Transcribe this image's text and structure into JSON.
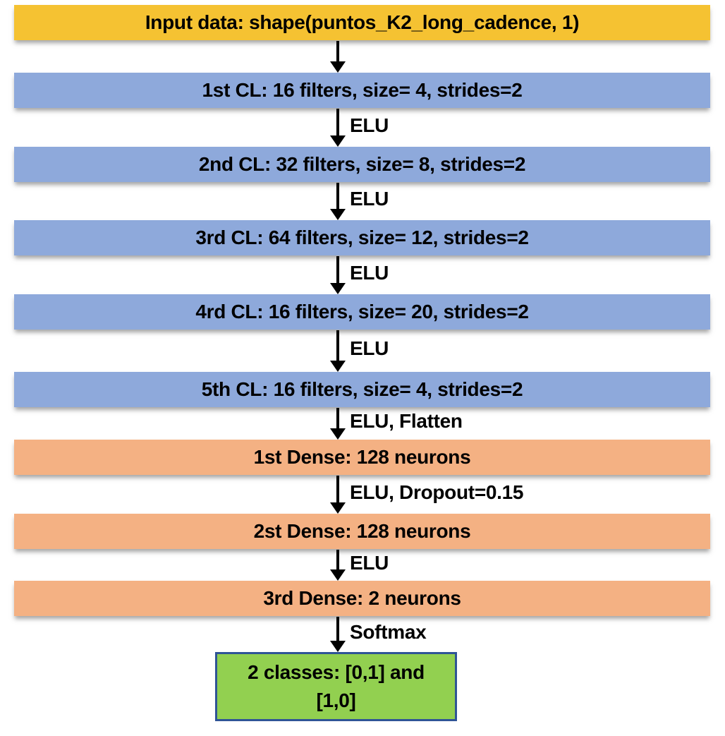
{
  "flow": {
    "nodes": [
      {
        "kind": "input",
        "label": "Input data: shape(puntos_K2_long_cadence, 1)"
      },
      {
        "kind": "conv",
        "label": "1st CL: 16 filters, size= 4, strides=2"
      },
      {
        "kind": "conv",
        "label": "2nd CL: 32 filters, size= 8, strides=2"
      },
      {
        "kind": "conv",
        "label": "3rd CL: 64 filters, size= 12, strides=2"
      },
      {
        "kind": "conv",
        "label": "4rd CL: 16 filters, size= 20, strides=2"
      },
      {
        "kind": "conv",
        "label": "5th CL: 16 filters, size= 4, strides=2"
      },
      {
        "kind": "dense",
        "label": "1st Dense: 128 neurons"
      },
      {
        "kind": "dense",
        "label": "2st Dense: 128 neurons"
      },
      {
        "kind": "dense",
        "label": "3rd Dense: 2 neurons"
      },
      {
        "kind": "output",
        "label": "2 classes: [0,1] and [1,0]",
        "lines": [
          "2 classes: [0,1] and",
          "[1,0]"
        ]
      }
    ],
    "edges": [
      {
        "label": ""
      },
      {
        "label": "ELU"
      },
      {
        "label": "ELU"
      },
      {
        "label": "ELU"
      },
      {
        "label": "ELU"
      },
      {
        "label": "ELU, Flatten"
      },
      {
        "label": "ELU, Dropout=0.15"
      },
      {
        "label": "ELU"
      },
      {
        "label": "Softmax"
      }
    ],
    "colors": {
      "input_fill": "#F5C232",
      "conv_fill": "#8EA9DB",
      "dense_fill": "#F4B183",
      "output_fill": "#92D050",
      "output_border": "#2F5496",
      "arrow": "#000000",
      "text": "#000000"
    }
  }
}
